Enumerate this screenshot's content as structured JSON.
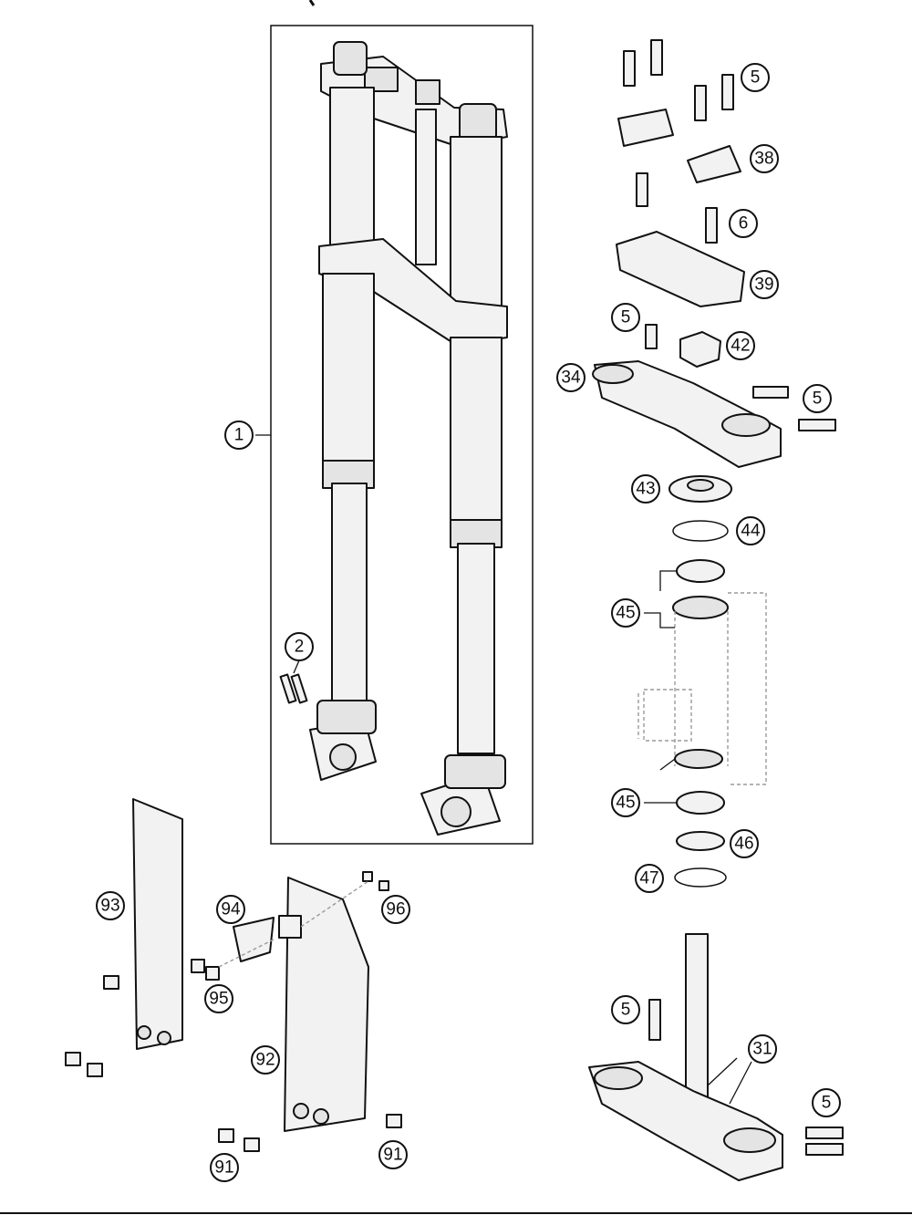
{
  "callouts": {
    "c1": "1",
    "c2": "2",
    "c5a": "5",
    "c5b": "5",
    "c5c": "5",
    "c5d": "5",
    "c5e": "5",
    "c6": "6",
    "c31": "31",
    "c34": "34",
    "c38": "38",
    "c39": "39",
    "c42": "42",
    "c43": "43",
    "c44": "44",
    "c45a": "45",
    "c45b": "45",
    "c46": "46",
    "c47": "47",
    "c91a": "91",
    "c91b": "91",
    "c92": "92",
    "c93": "93",
    "c94": "94",
    "c95": "95",
    "c96": "96"
  }
}
